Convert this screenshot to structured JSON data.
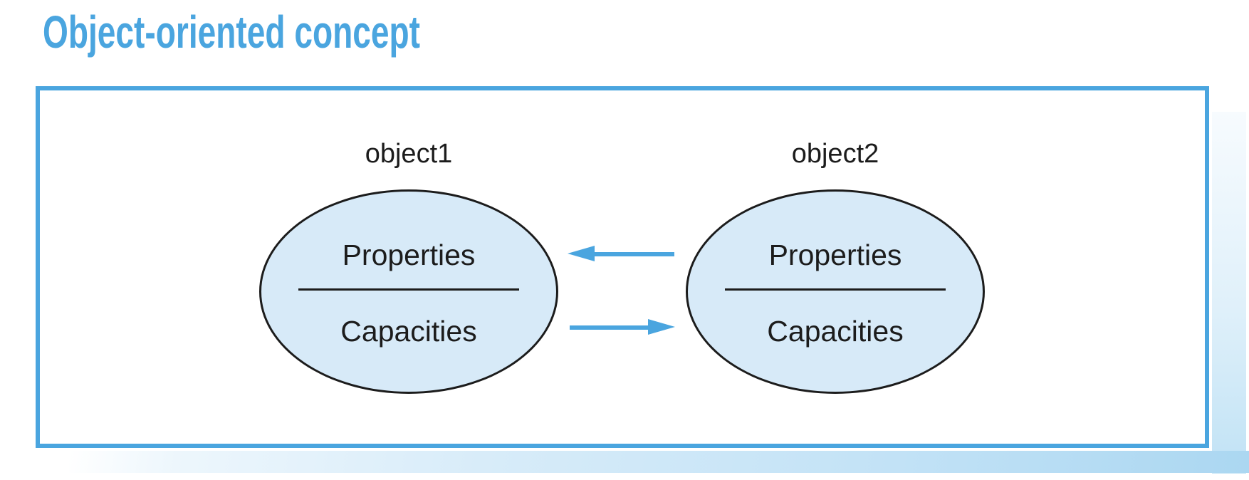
{
  "figure": {
    "title": "Object-oriented concept"
  },
  "colors": {
    "accent": "#4AA5DF",
    "ellipse_fill": "#D7EAF8",
    "stroke": "#1C1C1C",
    "band_right": "#ABD7F1",
    "strip_top": "#F7FBFE",
    "strip_bottom": "#C0E2F5"
  },
  "diagram": {
    "objects": [
      {
        "label": "object1",
        "top_section": "Properties",
        "bottom_section": "Capacities"
      },
      {
        "label": "object2",
        "top_section": "Properties",
        "bottom_section": "Capacities"
      }
    ],
    "arrows": [
      {
        "direction": "left",
        "from": "object2",
        "to": "object1"
      },
      {
        "direction": "right",
        "from": "object1",
        "to": "object2"
      }
    ]
  }
}
